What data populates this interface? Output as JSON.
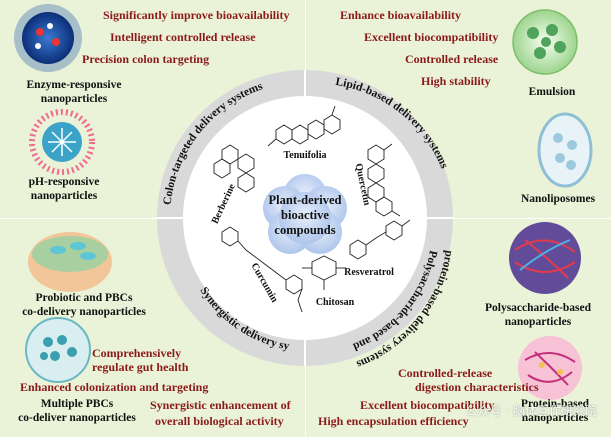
{
  "center": {
    "title_line1": "Plant-derived",
    "title_line2": "bioactive",
    "title_line3": "compounds"
  },
  "ring": {
    "colon": "Colon-targeted delivery systems",
    "lipid": "Lipid-based delivery systems",
    "synergistic": "Synergistic delivery systems",
    "polysaccharide_line1": "Polysaccharide-based and",
    "polysaccharide_line2": "protein-based delivery systems"
  },
  "molecules": {
    "tenuifolia": "Tenuifolia",
    "berberine": "Berberine",
    "quercetin": "Quercetin",
    "resveratrol": "Resveratrol",
    "curcumin": "Curcumin",
    "chitosan": "Chitosan"
  },
  "top_left": {
    "features": [
      "Significantly improve bioavailability",
      "Intelligent controlled release",
      "Precision colon targeting"
    ],
    "label_enzyme_1": "Enzyme-responsive",
    "label_enzyme_2": "nanoparticles",
    "label_ph_1": "pH-responsive",
    "label_ph_2": "nanoparticles"
  },
  "top_right": {
    "features": [
      "Enhance bioavailability",
      "Excellent biocompatibility",
      "Controlled release",
      "High stability"
    ],
    "label_emulsion": "Emulsion",
    "label_nanolipo": "Nanoliposomes"
  },
  "bottom_left": {
    "label_probiotic_1": "Probiotic and PBCs",
    "label_probiotic_2": "co-delivery nanoparticles",
    "features": [
      "Comprehensively",
      "regulate gut health",
      "Enhanced colonization and targeting",
      "Synergistic enhancement of",
      "overall biological activity"
    ],
    "label_multi_1": "Multiple PBCs",
    "label_multi_2": "co-deliver nanoparticles"
  },
  "bottom_right": {
    "label_poly_1": "Polysaccharide-based",
    "label_poly_2": "nanoparticles",
    "features": [
      "Controlled-release",
      "digestion characteristics",
      "Excellent biocompatibility",
      "High encapsulation efficiency"
    ],
    "label_protein_1": "Protein-based",
    "label_protein_2": "nanoparticles"
  },
  "watermark": "公众号 · 脑体互作研究院",
  "colors": {
    "feature_red": "#8b1a1a",
    "quadrant_green": "#eaf3d8",
    "ring_gray": "#d9d9d9",
    "center_blue": "#c7d7f3"
  }
}
